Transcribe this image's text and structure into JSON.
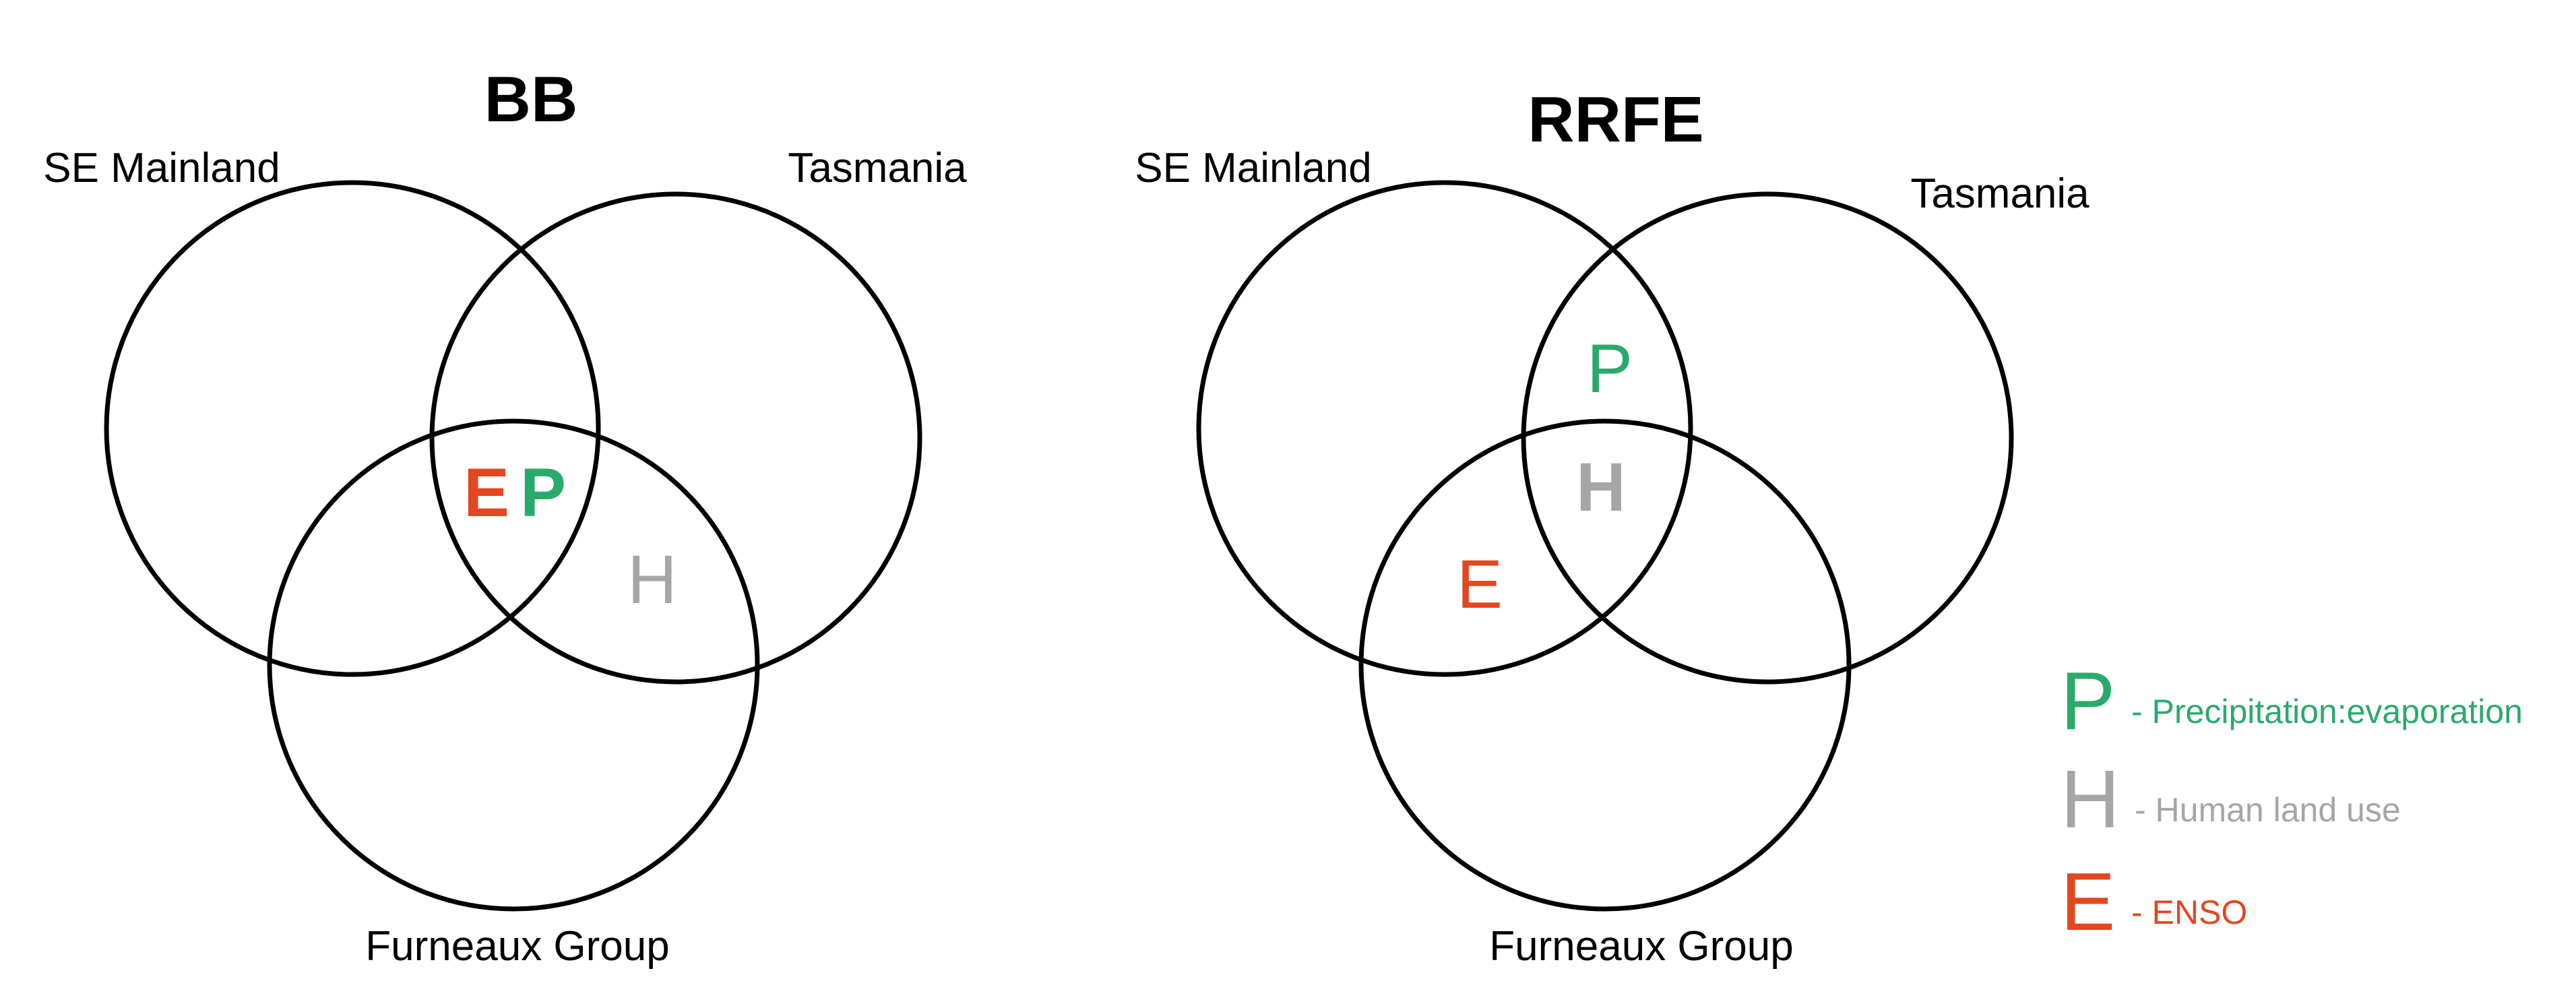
{
  "colors": {
    "P": "#2aaa6a",
    "H": "#a6a6a6",
    "E": "#e2471f"
  },
  "diagrams": [
    {
      "title": "BB",
      "regions": {
        "mainland": "SE Mainland",
        "tasmania": "Tasmania",
        "furneaux": "Furneaux Group"
      },
      "factors": [
        "E",
        "P",
        "H"
      ]
    },
    {
      "title": "RRFE",
      "regions": {
        "mainland": "SE Mainland",
        "tasmania": "Tasmania",
        "furneaux": "Furneaux Group"
      },
      "factors": [
        "P",
        "H",
        "E"
      ]
    }
  ],
  "legend": [
    {
      "letter": "P",
      "text": "- Precipitation:evaporation"
    },
    {
      "letter": "H",
      "text": "- Human land use"
    },
    {
      "letter": "E",
      "text": "- ENSO"
    }
  ]
}
